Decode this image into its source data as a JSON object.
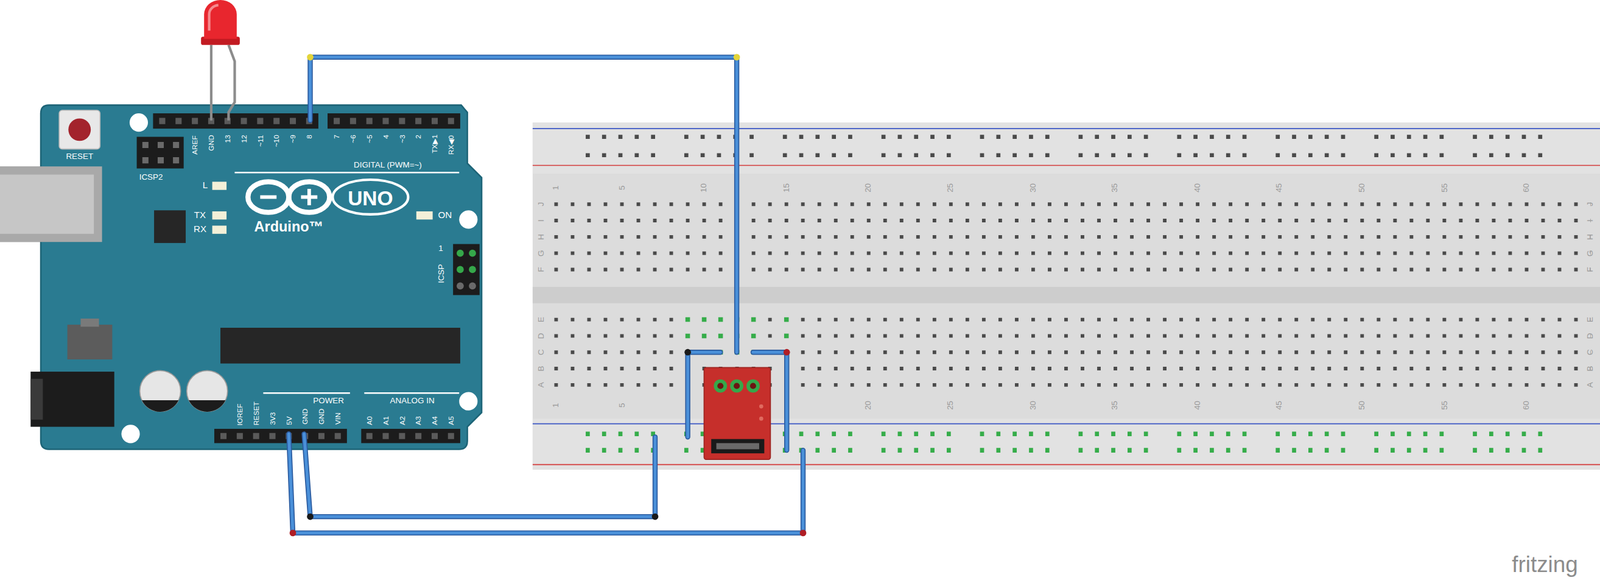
{
  "diagram": {
    "labels": [
      "RESET",
      "ICSP2",
      "AREF",
      "GND",
      "13",
      "12",
      "~11",
      "~10",
      "~9",
      "8",
      "7",
      "~6",
      "~5",
      "4",
      "~3",
      "2",
      "TX▶1",
      "RX◀0",
      "DIGITAL (PWM=~)",
      "L",
      "TX",
      "RX",
      "Arduino™",
      "UNO",
      "ON",
      "1",
      "ICSP",
      "IOREF",
      "RESET",
      "3V3",
      "5V",
      "GND",
      "GND",
      "VIN",
      "POWER",
      "ANALOG IN",
      "A0",
      "A1",
      "A2",
      "A3",
      "A4",
      "A5",
      "1",
      "5",
      "10",
      "15",
      "20",
      "25",
      "30",
      "35",
      "40",
      "45",
      "50",
      "55",
      "60",
      "J",
      "I",
      "H",
      "G",
      "F",
      "J",
      "I",
      "H",
      "G",
      "F",
      "E",
      "D",
      "C",
      "B",
      "A",
      "E",
      "D",
      "C",
      "B",
      "A",
      "1",
      "5",
      "20",
      "25",
      "30",
      "35",
      "40",
      "45",
      "50",
      "55",
      "60",
      "fritzing"
    ]
  }
}
